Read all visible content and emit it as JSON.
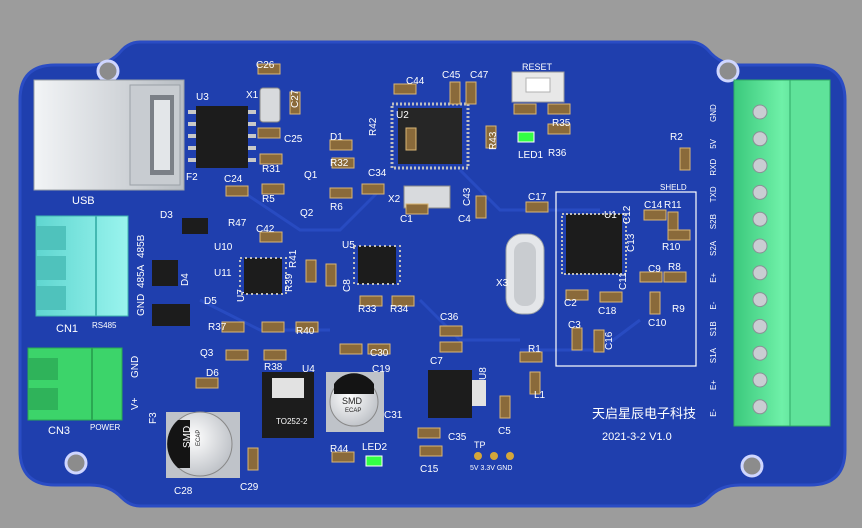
{
  "board": {
    "colors": {
      "background": "#9c9c9c",
      "pcb": "#1f3fae",
      "pcb_edge": "#2a4cc4",
      "silkscreen": "#ffffff",
      "terminal_green": "#4ddc8f",
      "terminal_cyan": "#6fe4de",
      "power_green": "#3cd46a",
      "led_green": "#33ff44",
      "usb_metal": "#d9dde2"
    },
    "company": "天启星辰电子科技",
    "version": "2021-3-2 V1.0",
    "components": {
      "U1": "U1",
      "U2": "U2",
      "U3": "U3",
      "U4": "U4",
      "U5": "U5",
      "U7": "U7",
      "U8": "U8",
      "U10": "U10",
      "U11": "U11",
      "X1": "X1",
      "X2": "X2",
      "X3": "X3",
      "D1": "D1",
      "D3": "D3",
      "D4": "D4",
      "D5": "D5",
      "D6": "D6",
      "Q1": "Q1",
      "Q2": "Q2",
      "Q3": "Q3",
      "F2": "F2",
      "F3": "F3",
      "L1": "L1",
      "C1": "C1",
      "C2": "C2",
      "C3": "C3",
      "C4": "C4",
      "C5": "C5",
      "C7": "C7",
      "C8": "C8",
      "C9": "C9",
      "C10": "C10",
      "C11": "C11",
      "C12": "C12",
      "C13": "C13",
      "C14": "C14",
      "C15": "C15",
      "C16": "C16",
      "C17": "C17",
      "C18": "C18",
      "C19": "C19",
      "C24": "C24",
      "C25": "C25",
      "C26": "C26",
      "C27": "C27",
      "C28": "C28",
      "C29": "C29",
      "C30": "C30",
      "C31": "C31",
      "C34": "C34",
      "C35": "C35",
      "C36": "C36",
      "C42": "C42",
      "C43": "C43",
      "C44": "C44",
      "C45": "C45",
      "C47": "C47",
      "R1": "R1",
      "R2": "R2",
      "R5": "R5",
      "R6": "R6",
      "R8": "R8",
      "R9": "R9",
      "R10": "R10",
      "R11": "R11",
      "R31": "R31",
      "R32": "R32",
      "R33": "R33",
      "R34": "R34",
      "R35": "R35",
      "R36": "R36",
      "R37": "R37",
      "R38": "R38",
      "R39": "R39",
      "R40": "R40",
      "R41": "R41",
      "R42": "R42",
      "R43": "R43",
      "R44": "R44",
      "R47": "R47",
      "LED1": "LED1",
      "LED2": "LED2"
    },
    "labels": {
      "usb": "USB",
      "reset": "RESET",
      "shield": "SHELD",
      "cn1": "CN1",
      "rs485": "RS485",
      "cn3": "CN3",
      "power": "POWER",
      "b485": "485B",
      "a485": "485A",
      "gnd_cn1": "GND",
      "gnd_cn3": "GND",
      "vplus": "V+",
      "tp": "TP",
      "tp_pins": "5V 3.3V GND",
      "smd": "SMD",
      "ecap": "ECAP",
      "to252": "TO252-2"
    },
    "terminal_pins": [
      "GND",
      "5V",
      "RXD",
      "TXD",
      "S2B",
      "S2A",
      "E+",
      "E-",
      "S1B",
      "S1A",
      "E+",
      "E-"
    ]
  }
}
